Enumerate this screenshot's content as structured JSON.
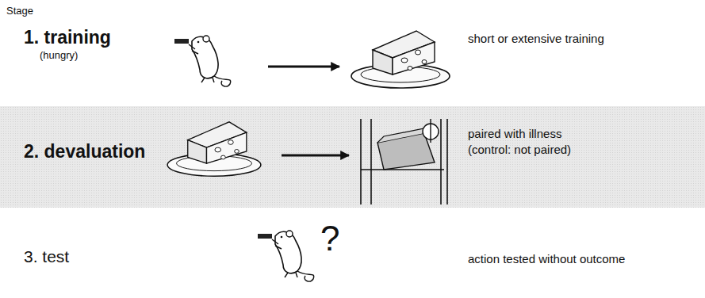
{
  "diagram": {
    "nodes": [
      {
        "text": [
          "2. devaluation",
          "paired with illness",
          "(control: not paired)"
        ]
      }
    ],
    "labels": [
      "Stage",
      "1. training",
      "(hungry)",
      "short or extensive training",
      "3. test",
      "?",
      "action tested without outcome"
    ]
  }
}
